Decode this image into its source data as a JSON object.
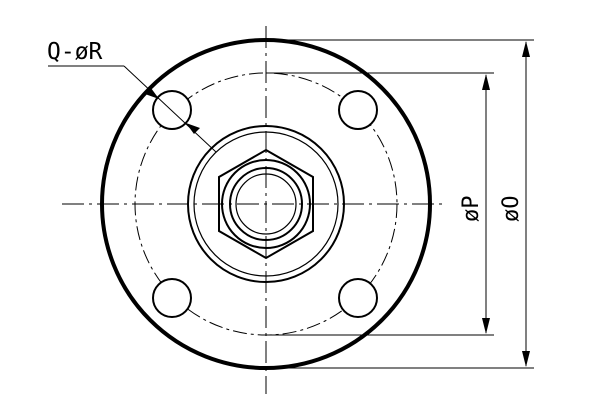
{
  "labels": {
    "holes": "Q-øR",
    "pitch_dia": "øP",
    "outer_dia": "øO"
  },
  "colors": {
    "stroke": "#000000",
    "background": "#ffffff"
  }
}
